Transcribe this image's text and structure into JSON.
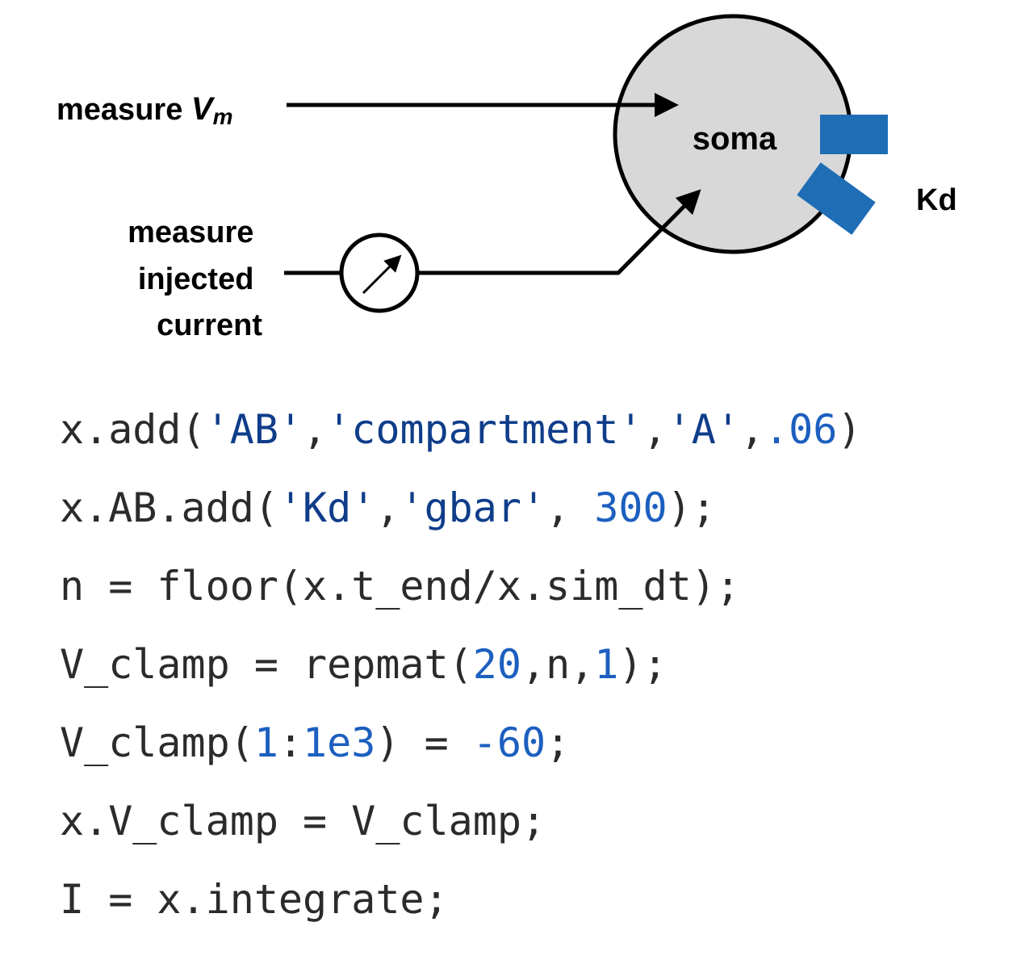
{
  "diagram": {
    "compartment_label": "soma",
    "channel_label": "Kd",
    "measure_vm": {
      "prefix": "measure ",
      "var": "V",
      "sub": "m"
    },
    "measure_current": [
      "measure",
      "injected",
      "current"
    ],
    "colors": {
      "soma_fill": "#d8d8d8",
      "channel": "#1f6db5",
      "stroke": "#000000"
    },
    "icons": [
      "ammeter-icon",
      "arrow-icon"
    ]
  },
  "code": {
    "lines": [
      [
        {
          "t": "x.add(",
          "c": "plain"
        },
        {
          "t": "'AB'",
          "c": "str"
        },
        {
          "t": ",",
          "c": "plain"
        },
        {
          "t": "'compartment'",
          "c": "str"
        },
        {
          "t": ",",
          "c": "plain"
        },
        {
          "t": "'A'",
          "c": "str"
        },
        {
          "t": ",",
          "c": "plain"
        },
        {
          "t": ".06",
          "c": "num"
        },
        {
          "t": ")",
          "c": "plain"
        }
      ],
      [
        {
          "t": "x.AB.add(",
          "c": "plain"
        },
        {
          "t": "'Kd'",
          "c": "str"
        },
        {
          "t": ",",
          "c": "plain"
        },
        {
          "t": "'gbar'",
          "c": "str"
        },
        {
          "t": ", ",
          "c": "plain"
        },
        {
          "t": "300",
          "c": "num"
        },
        {
          "t": ");",
          "c": "plain"
        }
      ],
      [
        {
          "t": "n = floor(x.t_end/x.sim_dt);",
          "c": "plain"
        }
      ],
      [
        {
          "t": "V_clamp = repmat(",
          "c": "plain"
        },
        {
          "t": "20",
          "c": "num"
        },
        {
          "t": ",n,",
          "c": "plain"
        },
        {
          "t": "1",
          "c": "num"
        },
        {
          "t": ");",
          "c": "plain"
        }
      ],
      [
        {
          "t": "V_clamp(",
          "c": "plain"
        },
        {
          "t": "1",
          "c": "num"
        },
        {
          "t": ":",
          "c": "plain"
        },
        {
          "t": "1e3",
          "c": "num"
        },
        {
          "t": ") = ",
          "c": "plain"
        },
        {
          "t": "-60",
          "c": "num"
        },
        {
          "t": ";",
          "c": "plain"
        }
      ],
      [
        {
          "t": "x.V_clamp = V_clamp;",
          "c": "plain"
        }
      ],
      [
        {
          "t": "I = x.integrate;",
          "c": "plain"
        }
      ]
    ]
  }
}
